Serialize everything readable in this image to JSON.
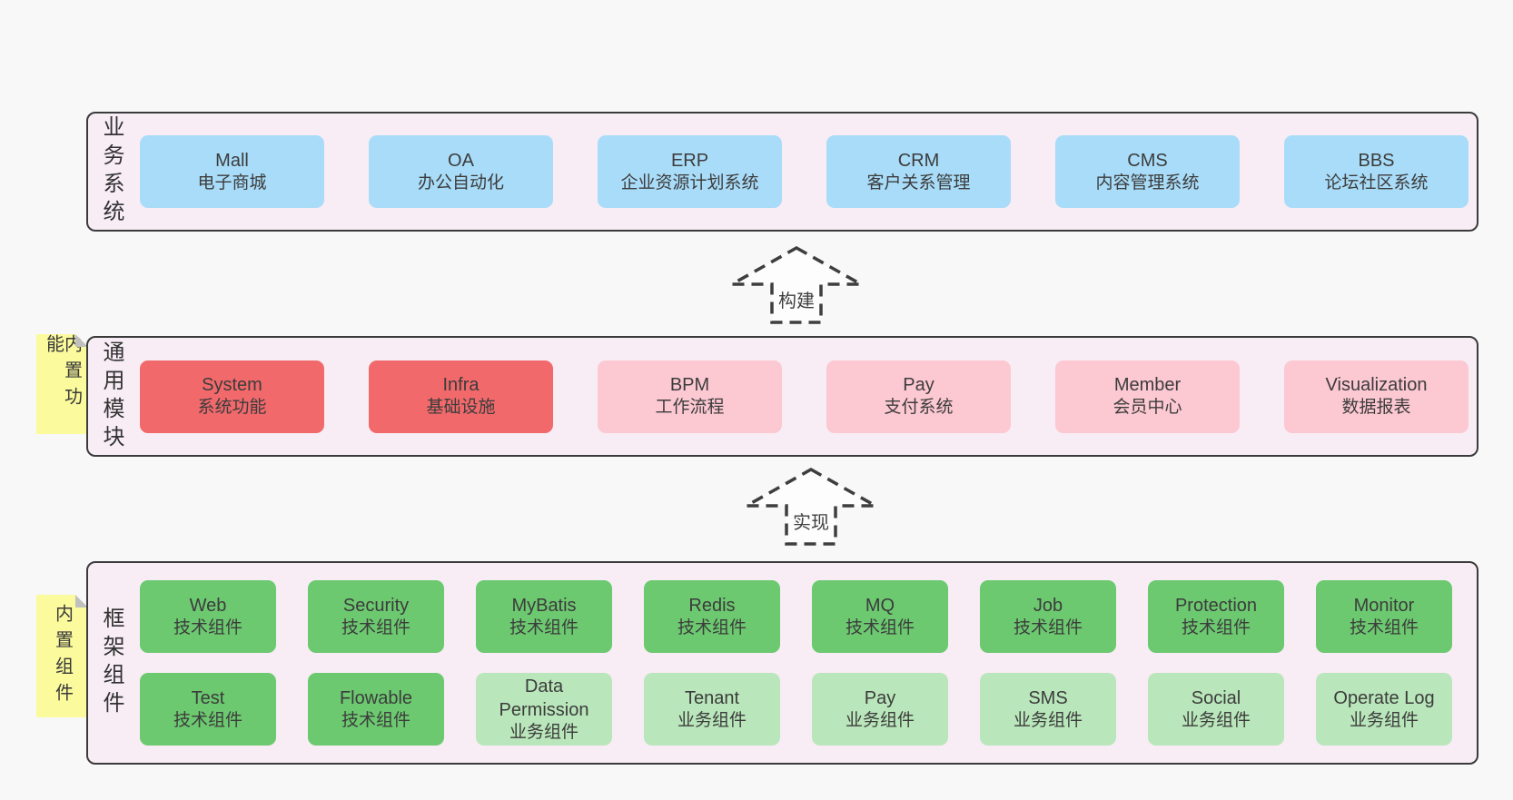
{
  "colors": {
    "pageBg": "#f8f8f8",
    "sectionFill": "#f8edf5",
    "border": "#3b3b3b",
    "blue": "#a9dcf8",
    "red": "#f1696b",
    "pink": "#fcc8d2",
    "green": "#6cc970",
    "lightGreen": "#b9e6ba",
    "note": "#fbfa9d",
    "noteFold": "#bfbfbf",
    "arrowFill": "#fdfdfd",
    "text": "#3c3c3c"
  },
  "arrows": {
    "build": "构建",
    "implement": "实现"
  },
  "sections": {
    "business": {
      "label": "业务系统",
      "rows": [
        [
          {
            "en": "Mall",
            "zh": "电子商城",
            "color": "blue"
          },
          {
            "en": "OA",
            "zh": "办公自动化",
            "color": "blue"
          },
          {
            "en": "ERP",
            "zh": "企业资源计划系统",
            "color": "blue"
          },
          {
            "en": "CRM",
            "zh": "客户关系管理",
            "color": "blue"
          },
          {
            "en": "CMS",
            "zh": "内容管理系统",
            "color": "blue"
          },
          {
            "en": "BBS",
            "zh": "论坛社区系统",
            "color": "blue"
          }
        ]
      ]
    },
    "modules": {
      "label": "通用模块",
      "note": "内置功能",
      "rows": [
        [
          {
            "en": "System",
            "zh": "系统功能",
            "color": "red"
          },
          {
            "en": "Infra",
            "zh": "基础设施",
            "color": "red"
          },
          {
            "en": "BPM",
            "zh": "工作流程",
            "color": "pink"
          },
          {
            "en": "Pay",
            "zh": "支付系统",
            "color": "pink"
          },
          {
            "en": "Member",
            "zh": "会员中心",
            "color": "pink"
          },
          {
            "en": "Visualization",
            "zh": "数据报表",
            "color": "pink"
          }
        ]
      ]
    },
    "components": {
      "label": "框架组件",
      "note": "内置组件",
      "rows": [
        [
          {
            "en": "Web",
            "zh": "技术组件",
            "color": "green"
          },
          {
            "en": "Security",
            "zh": "技术组件",
            "color": "green"
          },
          {
            "en": "MyBatis",
            "zh": "技术组件",
            "color": "green"
          },
          {
            "en": "Redis",
            "zh": "技术组件",
            "color": "green"
          },
          {
            "en": "MQ",
            "zh": "技术组件",
            "color": "green"
          },
          {
            "en": "Job",
            "zh": "技术组件",
            "color": "green"
          },
          {
            "en": "Protection",
            "zh": "技术组件",
            "color": "green"
          },
          {
            "en": "Monitor",
            "zh": "技术组件",
            "color": "green"
          }
        ],
        [
          {
            "en": "Test",
            "zh": "技术组件",
            "color": "green"
          },
          {
            "en": "Flowable",
            "zh": "技术组件",
            "color": "green"
          },
          {
            "en": "Data Permission",
            "zh": "业务组件",
            "color": "lightGreen"
          },
          {
            "en": "Tenant",
            "zh": "业务组件",
            "color": "lightGreen"
          },
          {
            "en": "Pay",
            "zh": "业务组件",
            "color": "lightGreen"
          },
          {
            "en": "SMS",
            "zh": "业务组件",
            "color": "lightGreen"
          },
          {
            "en": "Social",
            "zh": "业务组件",
            "color": "lightGreen"
          },
          {
            "en": "Operate Log",
            "zh": "业务组件",
            "color": "lightGreen"
          }
        ]
      ]
    }
  }
}
